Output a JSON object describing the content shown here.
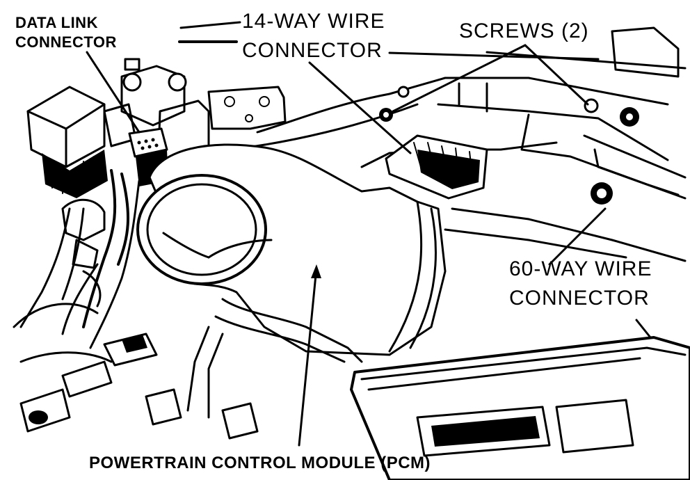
{
  "labels": {
    "data_link_connector_line1": "DATA LINK",
    "data_link_connector_line2": "CONNECTOR",
    "wire_14way_line1": "14-WAY WIRE",
    "wire_14way_line2": "CONNECTOR",
    "screws": "SCREWS (2)",
    "wire_60way_line1": "60-WAY WIRE",
    "wire_60way_line2": "CONNECTOR",
    "pcm": "POWERTRAIN CONTROL MODULE (PCM)"
  },
  "colors": {
    "ink": "#000000",
    "paper": "#ffffff"
  }
}
